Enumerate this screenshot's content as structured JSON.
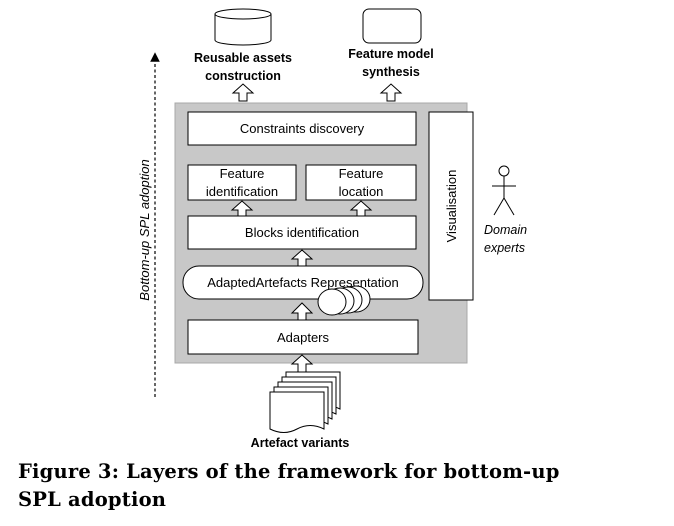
{
  "outputs": {
    "reusable_assets_line1": "Reusable assets",
    "reusable_assets_line2": "construction",
    "feature_model_line1": "Feature model",
    "feature_model_line2": "synthesis"
  },
  "layers": {
    "constraints_discovery": "Constraints discovery",
    "feature_identification_line1": "Feature",
    "feature_identification_line2": "identification",
    "feature_location_line1": "Feature",
    "feature_location_line2": "location",
    "blocks_identification": "Blocks identification",
    "adapted_artefacts": "AdaptedArtefacts Representation",
    "adapters": "Adapters",
    "visualisation": "Visualisation"
  },
  "actor": {
    "line1": "Domain",
    "line2": "experts"
  },
  "side_label": "Bottom-up SPL adoption",
  "input_label": "Artefact variants",
  "caption": {
    "line1": "Figure 3:  Layers of the framework for bottom-up",
    "line2": "SPL adoption"
  }
}
